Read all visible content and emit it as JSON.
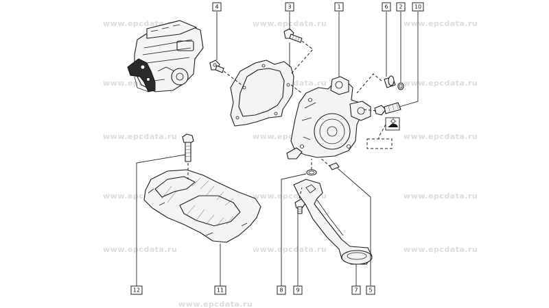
{
  "watermark": {
    "text": "www.epcdata.ru"
  },
  "callouts": {
    "c1": "1",
    "c2": "2",
    "c3": "3",
    "c4": "4",
    "c5": "5",
    "c6": "6",
    "c7": "7",
    "c8": "8",
    "c9": "9",
    "c10": "10",
    "c11": "11",
    "c12": "12"
  }
}
